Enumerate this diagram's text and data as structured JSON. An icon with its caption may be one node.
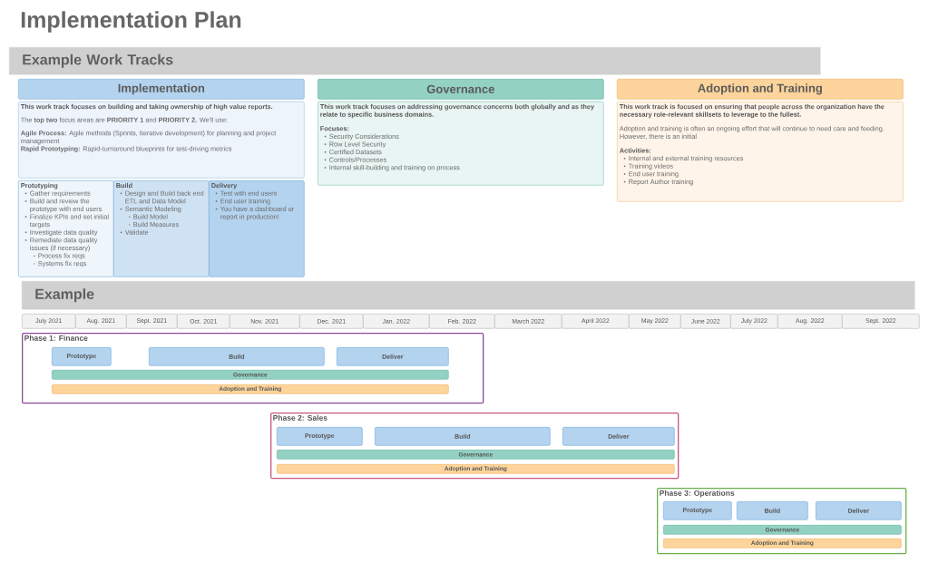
{
  "diagram": {
    "title": "Implementation Plan",
    "nodes": [
      {
        "text": [
          "Example Work Tracks"
        ]
      },
      {
        "text": [
          "Implementation"
        ]
      },
      {
        "text": [
          "This work track focuses on building and taking ownership of high value reports.",
          "The **top two** focus areas are **PRIORITY 1** and **PRIORITY 2.**  We'll use:",
          "**Agile Process:** Agile methods (Sprints, Iterative development) for planning and project management",
          "**Rapid Prototyping:** Rapid-turnaround blueprints for test-driving metrics"
        ]
      },
      {
        "text": [
          "Prototyping",
          "Gather requirements",
          "Build and review the prototype with end users",
          "Finalize KPIs and set initial targets",
          "Investigate data quality",
          "Remediate data quality issues (if necessary)",
          "Process fix reqs",
          "Systems fix reqs"
        ]
      },
      {
        "text": [
          "Build",
          "Design and Build back end ETL and Data Model",
          "Semantic Modeling",
          "Build Model",
          "Build Measures",
          "Validate"
        ]
      },
      {
        "text": [
          "Delivery",
          "Test with end users",
          "End user training",
          "You have a dashboard or report in production!"
        ]
      },
      {
        "text": [
          "Governance"
        ]
      },
      {
        "text": [
          "This work track focuses on addressing governance concerns both globally and as they relate to specific business domains.",
          "Focuses:",
          "Security Considerations",
          "Row Level Security",
          "Certified Datasets",
          "Controls/Processes",
          "Internal skill-building and training on process"
        ]
      },
      {
        "text": [
          "Adoption and Training"
        ]
      },
      {
        "text": [
          "This work track is focused on ensuring that people across the organization have the necessary role-relevant skillsets to leverage to the fullest.",
          "Adoption and training is often an ongoing effort that will continue to need care and feeding. However, there is an initial",
          "Activities:",
          "Internal and external training resources",
          "Training videos",
          "End user training",
          "Report Author training"
        ]
      },
      {
        "text": [
          "Example"
        ]
      },
      {
        "text": [
          "July 2021"
        ]
      },
      {
        "text": [
          "Aug. 2021"
        ]
      },
      {
        "text": [
          "Sept. 2021"
        ]
      },
      {
        "text": [
          "Oct. 2021"
        ]
      },
      {
        "text": [
          "Nov. 2021"
        ]
      },
      {
        "text": [
          "Dec. 2021"
        ]
      },
      {
        "text": [
          "Jan. 2022"
        ]
      },
      {
        "text": [
          "Feb. 2022"
        ]
      },
      {
        "text": [
          "March 2022"
        ]
      },
      {
        "text": [
          "April 2022"
        ]
      },
      {
        "text": [
          "May 2022"
        ]
      },
      {
        "text": [
          "June 2022"
        ]
      },
      {
        "text": [
          "July 2022"
        ]
      },
      {
        "text": [
          "Aug. 2022"
        ]
      },
      {
        "text": [
          "Sept. 2022"
        ]
      },
      {
        "text": [
          "Phase 1: Finance"
        ]
      },
      {
        "text": [
          "Prototype"
        ],
        "in": 26
      },
      {
        "text": [
          "Build"
        ],
        "in": 26
      },
      {
        "text": [
          "Deliver"
        ],
        "in": 26
      },
      {
        "text": [
          "Governance"
        ],
        "in": 26
      },
      {
        "text": [
          "Adoption and Training"
        ],
        "in": 26
      },
      {
        "text": [
          "Phase 2: Sales"
        ]
      },
      {
        "text": [
          "Prototype"
        ],
        "in": 32
      },
      {
        "text": [
          "Build"
        ],
        "in": 32
      },
      {
        "text": [
          "Deliver"
        ],
        "in": 32
      },
      {
        "text": [
          "Governance"
        ],
        "in": 32
      },
      {
        "text": [
          "Adoption and Training"
        ],
        "in": 32
      },
      {
        "text": [
          "Phase 3: Operations"
        ]
      },
      {
        "text": [
          "Prototype"
        ],
        "in": 38
      },
      {
        "text": [
          "Build"
        ],
        "in": 38
      },
      {
        "text": [
          "Deliver"
        ],
        "in": 38
      },
      {
        "text": [
          "Governance"
        ],
        "in": 38
      },
      {
        "text": [
          "Adoption and Training"
        ],
        "in": 38
      }
    ]
  }
}
